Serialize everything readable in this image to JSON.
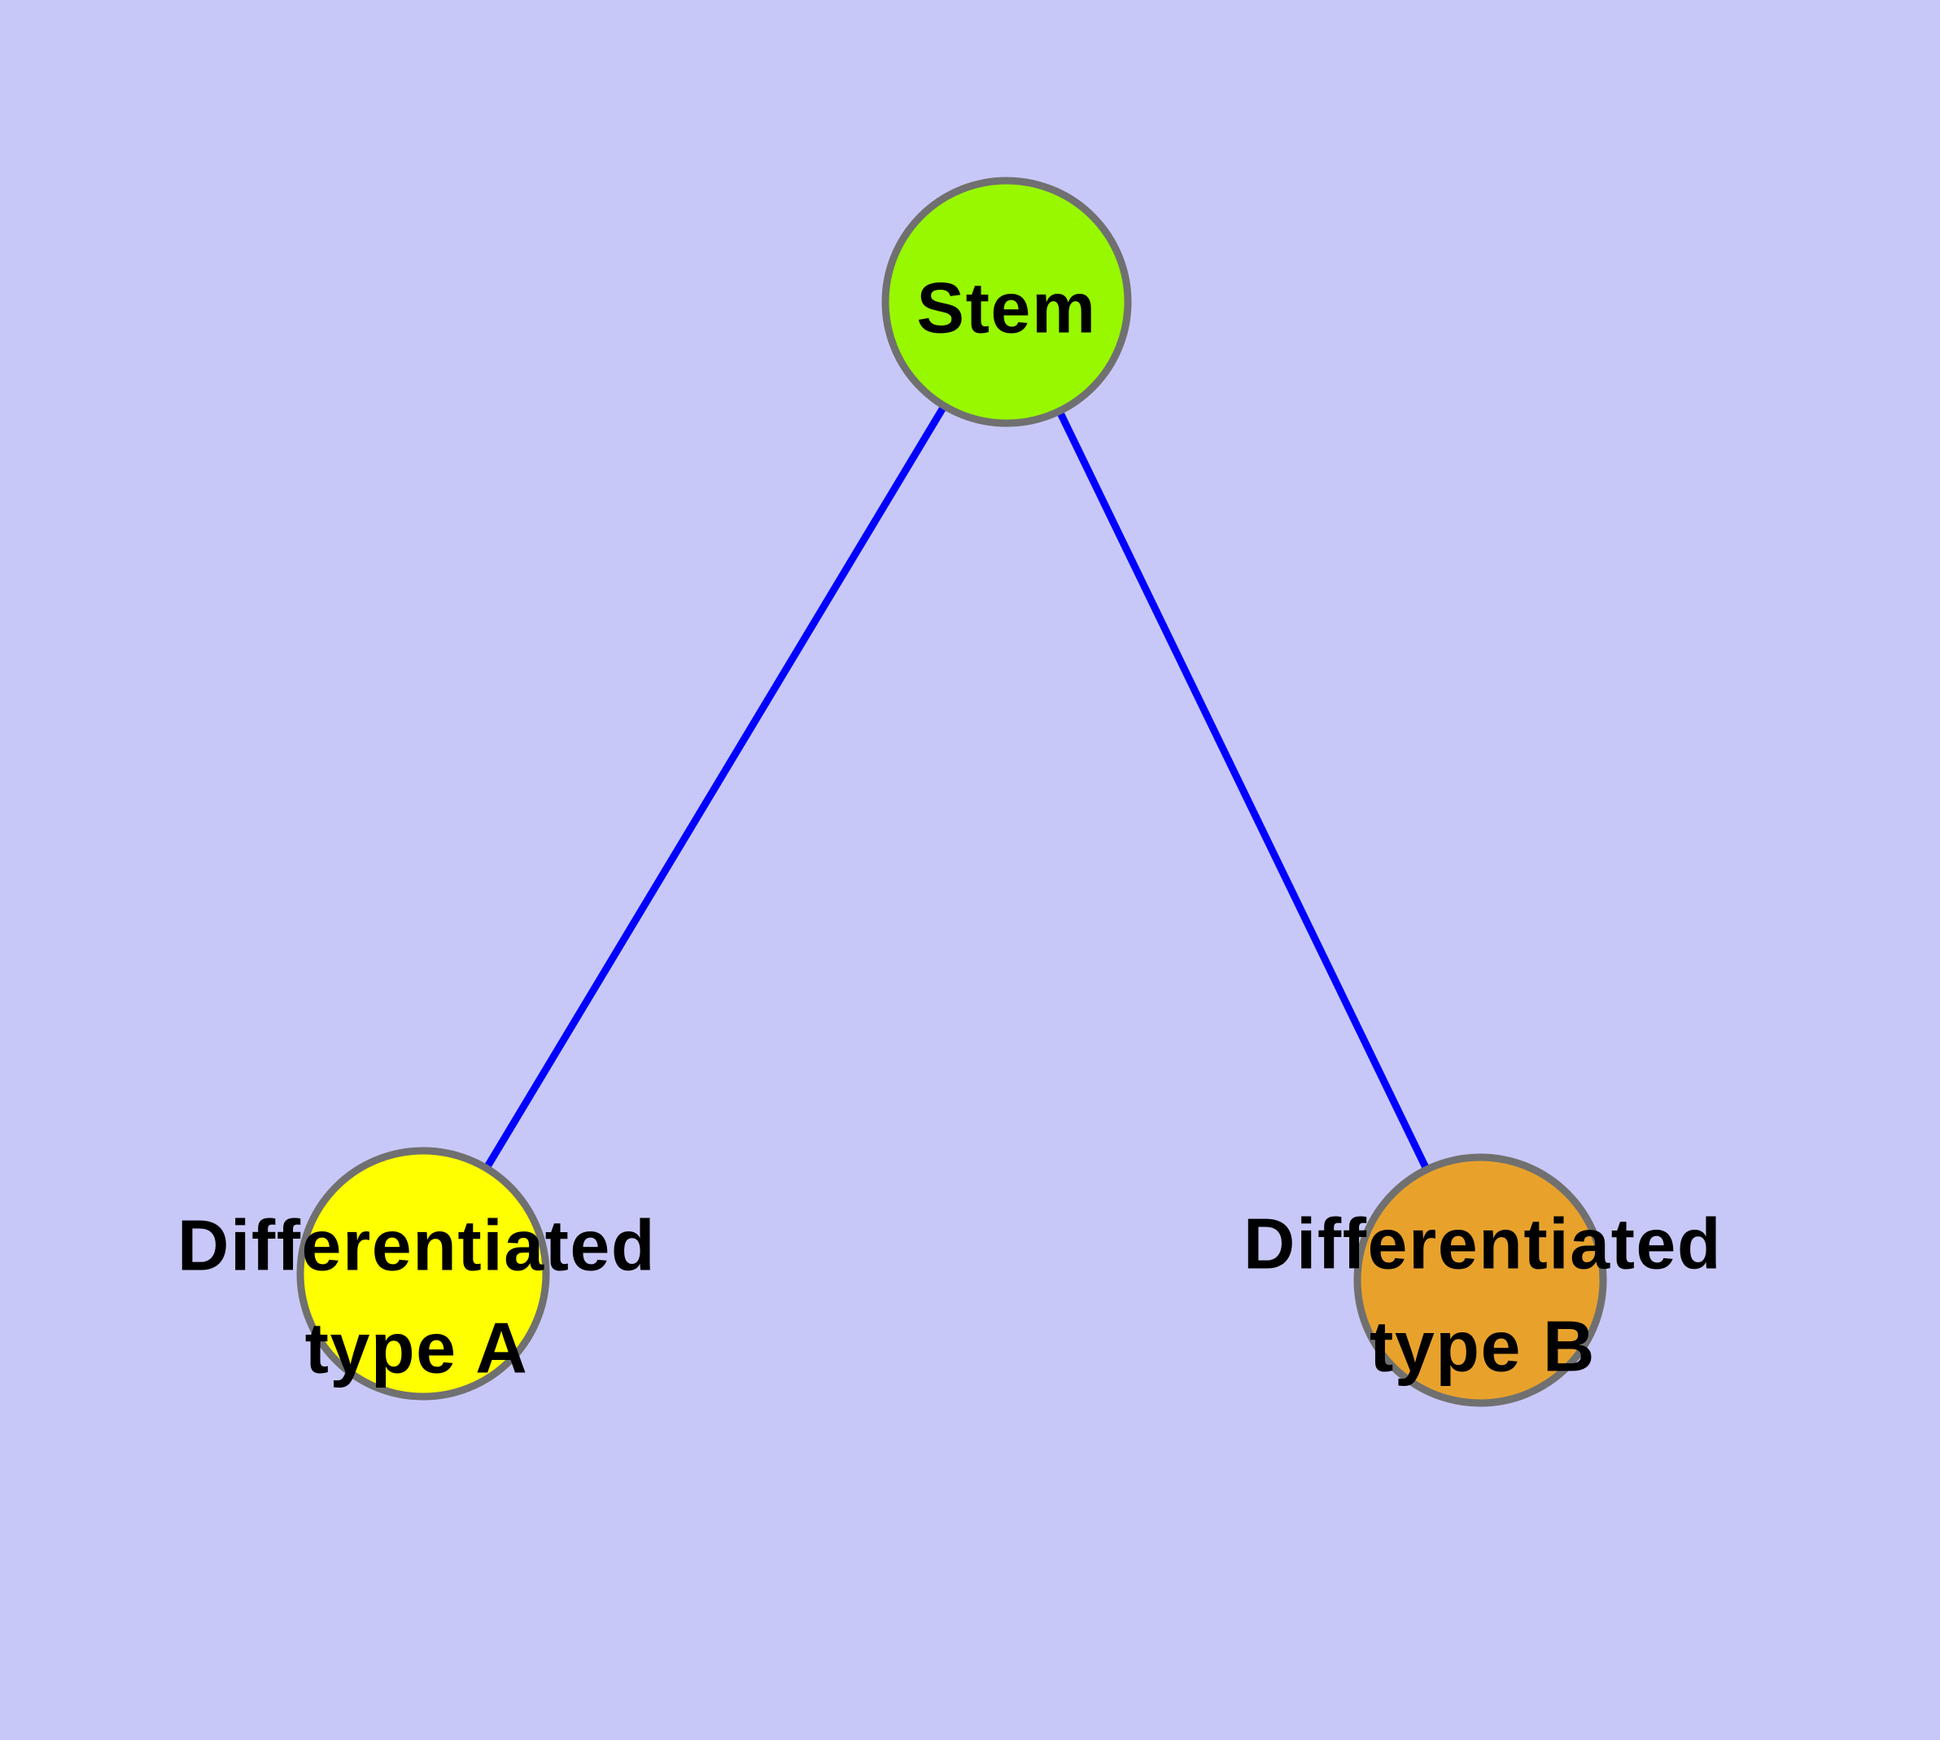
{
  "canvas": {
    "background": "#C8C8F8"
  },
  "graph": {
    "edge_color": "#0000FF",
    "node_border_color": "#707070",
    "label_color": "#000000",
    "nodes": [
      {
        "id": "stem",
        "label": "Stem",
        "lines": [
          "Stem"
        ],
        "color": "#97F800"
      },
      {
        "id": "differentiated-type-a",
        "label": "Differentiated type A",
        "lines": [
          "Differentiated",
          "type A"
        ],
        "color": "#FFFF00"
      },
      {
        "id": "differentiated-type-b",
        "label": "Differentiated type B",
        "lines": [
          "Differentiated",
          "type B"
        ],
        "color": "#E8A22C"
      }
    ],
    "edges": [
      {
        "from": "Stem",
        "to": "Differentiated type A"
      },
      {
        "from": "Stem",
        "to": "Differentiated type B"
      }
    ]
  }
}
